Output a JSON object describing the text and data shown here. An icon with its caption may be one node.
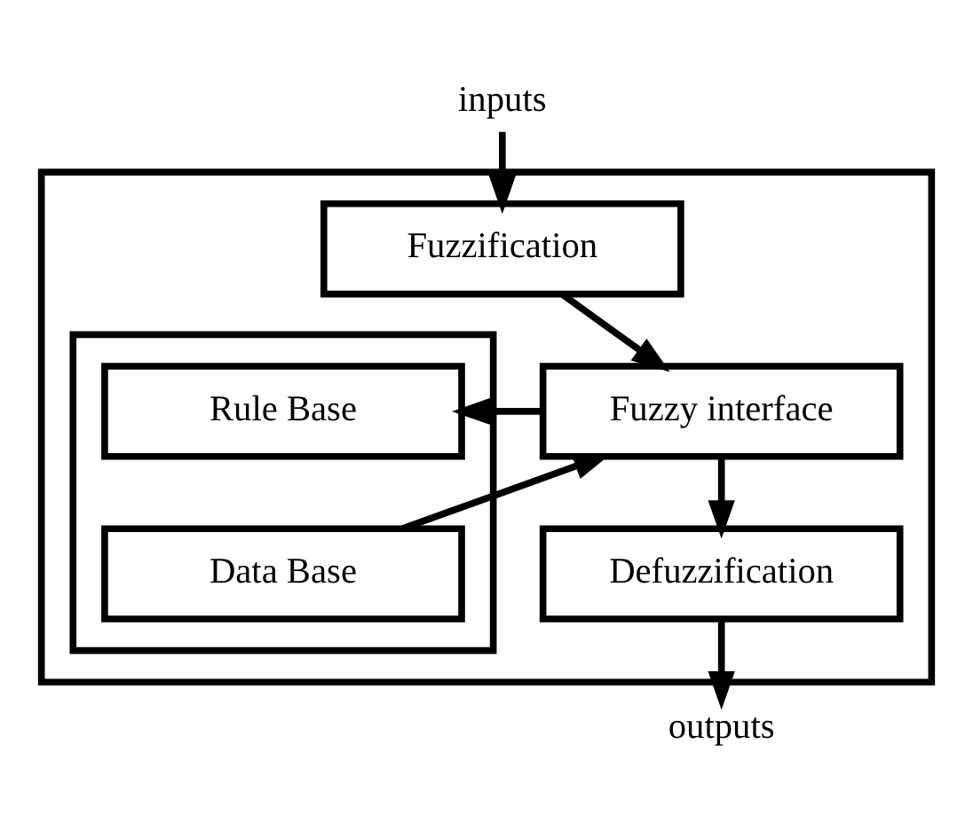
{
  "diagram": {
    "nodes": [
      {
        "text": [
          "inputs"
        ]
      },
      {
        "text": [],
        "shape": "box"
      },
      {
        "text": [
          "Fuzzification"
        ],
        "in": 1
      },
      {
        "text": [],
        "shape": "box",
        "in": 1
      },
      {
        "text": [
          "Rule Base"
        ],
        "in": 3
      },
      {
        "text": [
          "Data Base"
        ],
        "in": 3
      },
      {
        "text": [
          "Fuzzy interface"
        ],
        "in": 1
      },
      {
        "text": [
          "Defuzzification"
        ],
        "in": 1
      },
      {
        "text": [
          "outputs"
        ]
      }
    ],
    "edges": [
      {
        "from": 0,
        "to": 2,
        "arrow": "to"
      },
      {
        "from": 2,
        "to": 6,
        "arrow": "to"
      },
      {
        "from": 6,
        "to": 4,
        "arrow": "to"
      },
      {
        "from": 5,
        "to": 6,
        "arrow": "to"
      },
      {
        "from": 6,
        "to": 7,
        "arrow": "to"
      },
      {
        "from": 7,
        "to": 8,
        "arrow": "to"
      }
    ]
  }
}
